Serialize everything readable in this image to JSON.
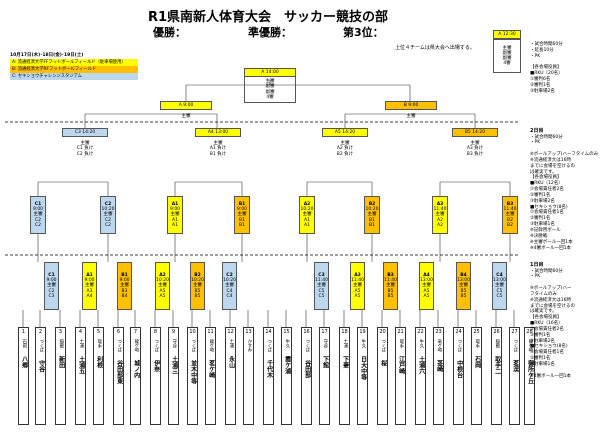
{
  "title": "R1県南新人体育大会　サッカー競技の部",
  "podium": {
    "winner": "優勝：",
    "runner_up": "準優勝：",
    "third": "第3位："
  },
  "note": "上位４チームは県大会へ出場する。",
  "schedule": "10月17日(木)･18日(金)･19日(土)",
  "venues": [
    {
      "label": "A: 流通経済大学FFフットボールフィールド（駐車場使用）",
      "color": "#ffff00"
    },
    {
      "label": "B: 流通経済大学RFフットボールフィールド",
      "color": "#ffc000"
    },
    {
      "label": "C: セキショウチャレンジスタジアム",
      "color": "#bdd7ee"
    }
  ],
  "final_box": {
    "header": "A 12:30",
    "lines": [
      "主審",
      "副審",
      "副審",
      "4審"
    ]
  },
  "final": {
    "header": "A 14:00",
    "lines": [
      "主審",
      "副審",
      "副審",
      "4審"
    ]
  },
  "semis": [
    {
      "header": "A 9:00",
      "lines": [
        "主審",
        "副審",
        "副審",
        "4審"
      ]
    },
    {
      "header": "B 9:00",
      "lines": [
        "主審",
        "副審",
        "副審",
        "4審"
      ]
    }
  ],
  "qf": [
    {
      "header": "C3 14:20",
      "lines": [
        "主審",
        "C1 負け",
        "C2 負け"
      ]
    },
    {
      "header": "A4 13:00",
      "lines": [
        "主審",
        "A1 負け",
        "B1 負け"
      ]
    },
    {
      "header": "A5 14:20",
      "lines": [
        "主審",
        "A2 負け",
        "B2 負け"
      ]
    },
    {
      "header": "B5 14:20",
      "lines": [
        "主審",
        "A3 負け",
        "B3 負け"
      ]
    }
  ],
  "r2": [
    {
      "id": "C1",
      "time": "9:00",
      "lines": [
        "主審",
        "C2",
        "C2"
      ]
    },
    {
      "id": "C2",
      "time": "10:20",
      "lines": [
        "主審",
        "C2",
        "C2"
      ]
    },
    {
      "id": "A1",
      "time": "9:00",
      "lines": [
        "主審",
        "A1",
        "A1"
      ]
    },
    {
      "id": "B1",
      "time": "9:00",
      "lines": [
        "主審",
        "B1",
        "B1"
      ]
    },
    {
      "id": "A2",
      "time": "10:20",
      "lines": [
        "主審",
        "A1",
        "A1"
      ]
    },
    {
      "id": "B2",
      "time": "10:20",
      "lines": [
        "主審",
        "B1",
        "B1"
      ]
    },
    {
      "id": "A3",
      "time": "11:40",
      "lines": [
        "主審",
        "A2",
        "A2"
      ]
    },
    {
      "id": "B3",
      "time": "11:40",
      "lines": [
        "主審",
        "B2",
        "B2"
      ]
    }
  ],
  "r1": [
    {
      "id": "C1",
      "time": "9:00",
      "lines": [
        "主審",
        "C2",
        "C3"
      ]
    },
    {
      "id": "A1",
      "time": "9:00",
      "lines": [
        "主審",
        "A3",
        "A4"
      ]
    },
    {
      "id": "B1",
      "time": "9:00",
      "lines": [
        "主審",
        "B3",
        "B4"
      ]
    },
    {
      "id": "A2",
      "time": "10:20",
      "lines": [
        "主審",
        "A5",
        "A5"
      ]
    },
    {
      "id": "B2",
      "time": "10:20",
      "lines": [
        "主審",
        "B5",
        "B5"
      ]
    },
    {
      "id": "C2",
      "time": "10:20",
      "lines": [
        "主審",
        "C4",
        "C4"
      ]
    },
    {
      "id": "C3",
      "time": "11:40",
      "lines": [
        "主審",
        "C5",
        "C5"
      ]
    },
    {
      "id": "A3",
      "time": "11:40",
      "lines": [
        "主審",
        "A5",
        "A5"
      ]
    },
    {
      "id": "B3",
      "time": "11:40",
      "lines": [
        "主審",
        "B5",
        "B5"
      ]
    },
    {
      "id": "A4",
      "time": "13:00",
      "lines": [
        "主審",
        "A5",
        "A5"
      ]
    },
    {
      "id": "B4",
      "time": "13:00",
      "lines": [
        "主審",
        "B5",
        "B5"
      ]
    },
    {
      "id": "C4",
      "time": "13:00",
      "lines": [
        "主審",
        "C5",
        "C5"
      ]
    }
  ],
  "teams": [
    {
      "num": "1",
      "pref": "石岡",
      "name": "八郷"
    },
    {
      "num": "2",
      "pref": "つくば",
      "name": "守谷"
    },
    {
      "num": "3",
      "pref": "稲敷",
      "name": "新田"
    },
    {
      "num": "4",
      "pref": "土浦",
      "name": "土浦五"
    },
    {
      "num": "5",
      "pref": "取手",
      "name": "利根"
    },
    {
      "num": "6",
      "pref": "つくば",
      "name": "谷田部東"
    },
    {
      "num": "7",
      "pref": "龍ケ崎",
      "name": "城ノ内"
    },
    {
      "num": "8",
      "pref": "つくば",
      "name": "伊奈"
    },
    {
      "num": "9",
      "pref": "守谷",
      "name": "土浦三"
    },
    {
      "num": "10",
      "pref": "つくば",
      "name": "並木中等"
    },
    {
      "num": "11",
      "pref": "龍ケ崎",
      "name": "茗ケ崎"
    },
    {
      "num": "12",
      "pref": "土浦",
      "name": "永山"
    },
    {
      "num": "13",
      "pref": "かすみ",
      "name": ""
    },
    {
      "num": "14",
      "pref": "つくば",
      "name": "千代木"
    },
    {
      "num": "15",
      "pref": "牛久",
      "name": "霞ケ浦"
    },
    {
      "num": "16",
      "pref": "つくば",
      "name": "谷田部"
    },
    {
      "num": "17",
      "pref": "守谷",
      "name": "下館"
    },
    {
      "num": "18",
      "pref": "土浦",
      "name": "下妻"
    },
    {
      "num": "19",
      "pref": "牛久",
      "name": "日大中等"
    },
    {
      "num": "20",
      "pref": "つくば",
      "name": "桜"
    },
    {
      "num": "21",
      "pref": "取手",
      "name": "江戸崎"
    },
    {
      "num": "22",
      "pref": "牛久",
      "name": "土浦六"
    },
    {
      "num": "23",
      "pref": "竜ケ崎",
      "name": "茎崎"
    },
    {
      "num": "24",
      "pref": "つくば",
      "name": "中根台"
    },
    {
      "num": "25",
      "pref": "取手",
      "name": "石岡"
    },
    {
      "num": "26",
      "pref": "稲敷",
      "name": "取手二"
    },
    {
      "num": "27",
      "pref": "つくば",
      "name": "茗渓"
    },
    {
      "num": "28",
      "pref": "龍ケ崎",
      "name": "御所ケ丘"
    }
  ],
  "side_notes": [
    {
      "title": "",
      "text": "・試合時間60分\n・延長10分\n・PK\n\n【各会場役員】\n■RKU（20名）\n①審判6名\n②審判1名\n③駐車場2名"
    },
    {
      "title": "2日目",
      "text": "・試合時間60分\n・PK\n\n※ボールアップ(ハーフタイムのみ\n※流通経済大は16時\nまでに会場を空けるの\nは確実です。\n【各会場役員】\n■RKU（12名）\n①会場責任者2名\n②審判1名\n③駐車場2名\n■セキショウ(8名)\n①会場責任者1名\n②審判1名\n③駐車場1名\n※記録用ボール\n※決勝戦\n※主審ボール一回1本\n※4審ボール一回1本"
    },
    {
      "title": "1日目",
      "text": "・試合時間60分\n・PK\n\n※ボールアップ(ハー\nフタイムのみ\n※流通経済大は16時\nまでに会場を空けるの\nは確実です。\n【各会場役員】\n■RKU（16名）\n①会場責任者2名\n②審判1名\n③駐車場2名\n■セキショウ(8名)\n①会場責任者1名\n②審判1名\n③駐車場1名\n\n※4審ボール一回1本"
    }
  ]
}
